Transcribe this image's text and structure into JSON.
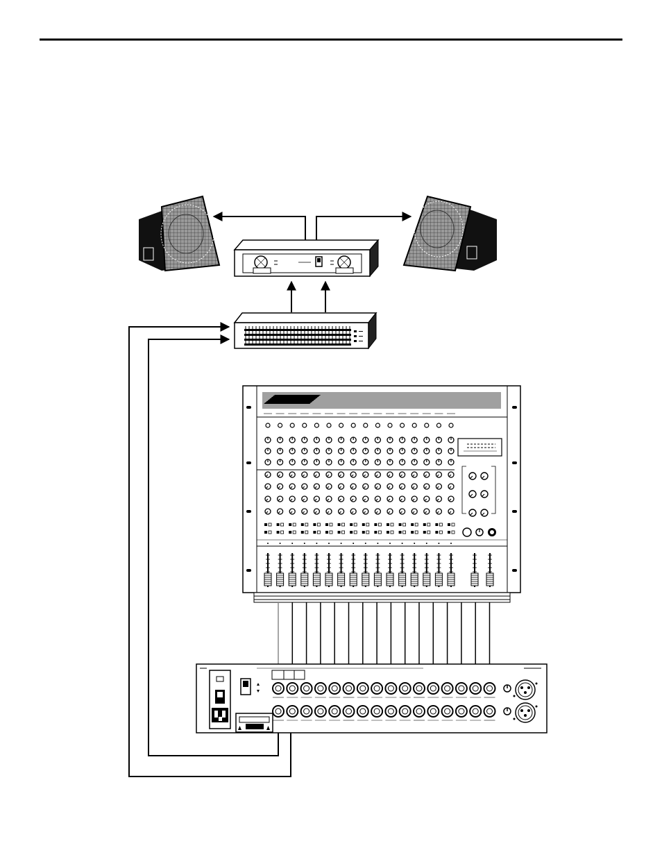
{
  "page": {
    "header_rule": true
  },
  "diagram": {
    "description_free": true,
    "components": [
      {
        "id": "speaker-left",
        "icon": "speaker-monitor-icon"
      },
      {
        "id": "speaker-right",
        "icon": "speaker-monitor-icon"
      },
      {
        "id": "power-amplifier",
        "icon": "amplifier-icon"
      },
      {
        "id": "graphic-equalizer",
        "icon": "equalizer-icon"
      },
      {
        "id": "mixer",
        "icon": "mixer-console-icon",
        "channels": 16
      },
      {
        "id": "mixer-rear-panel",
        "icon": "rear-panel-icon",
        "input_jacks": 16
      }
    ],
    "colors": {
      "line": "#000000",
      "background": "#ffffff",
      "speaker_face": "#b0b0b0",
      "cabinet": "#111111"
    }
  }
}
